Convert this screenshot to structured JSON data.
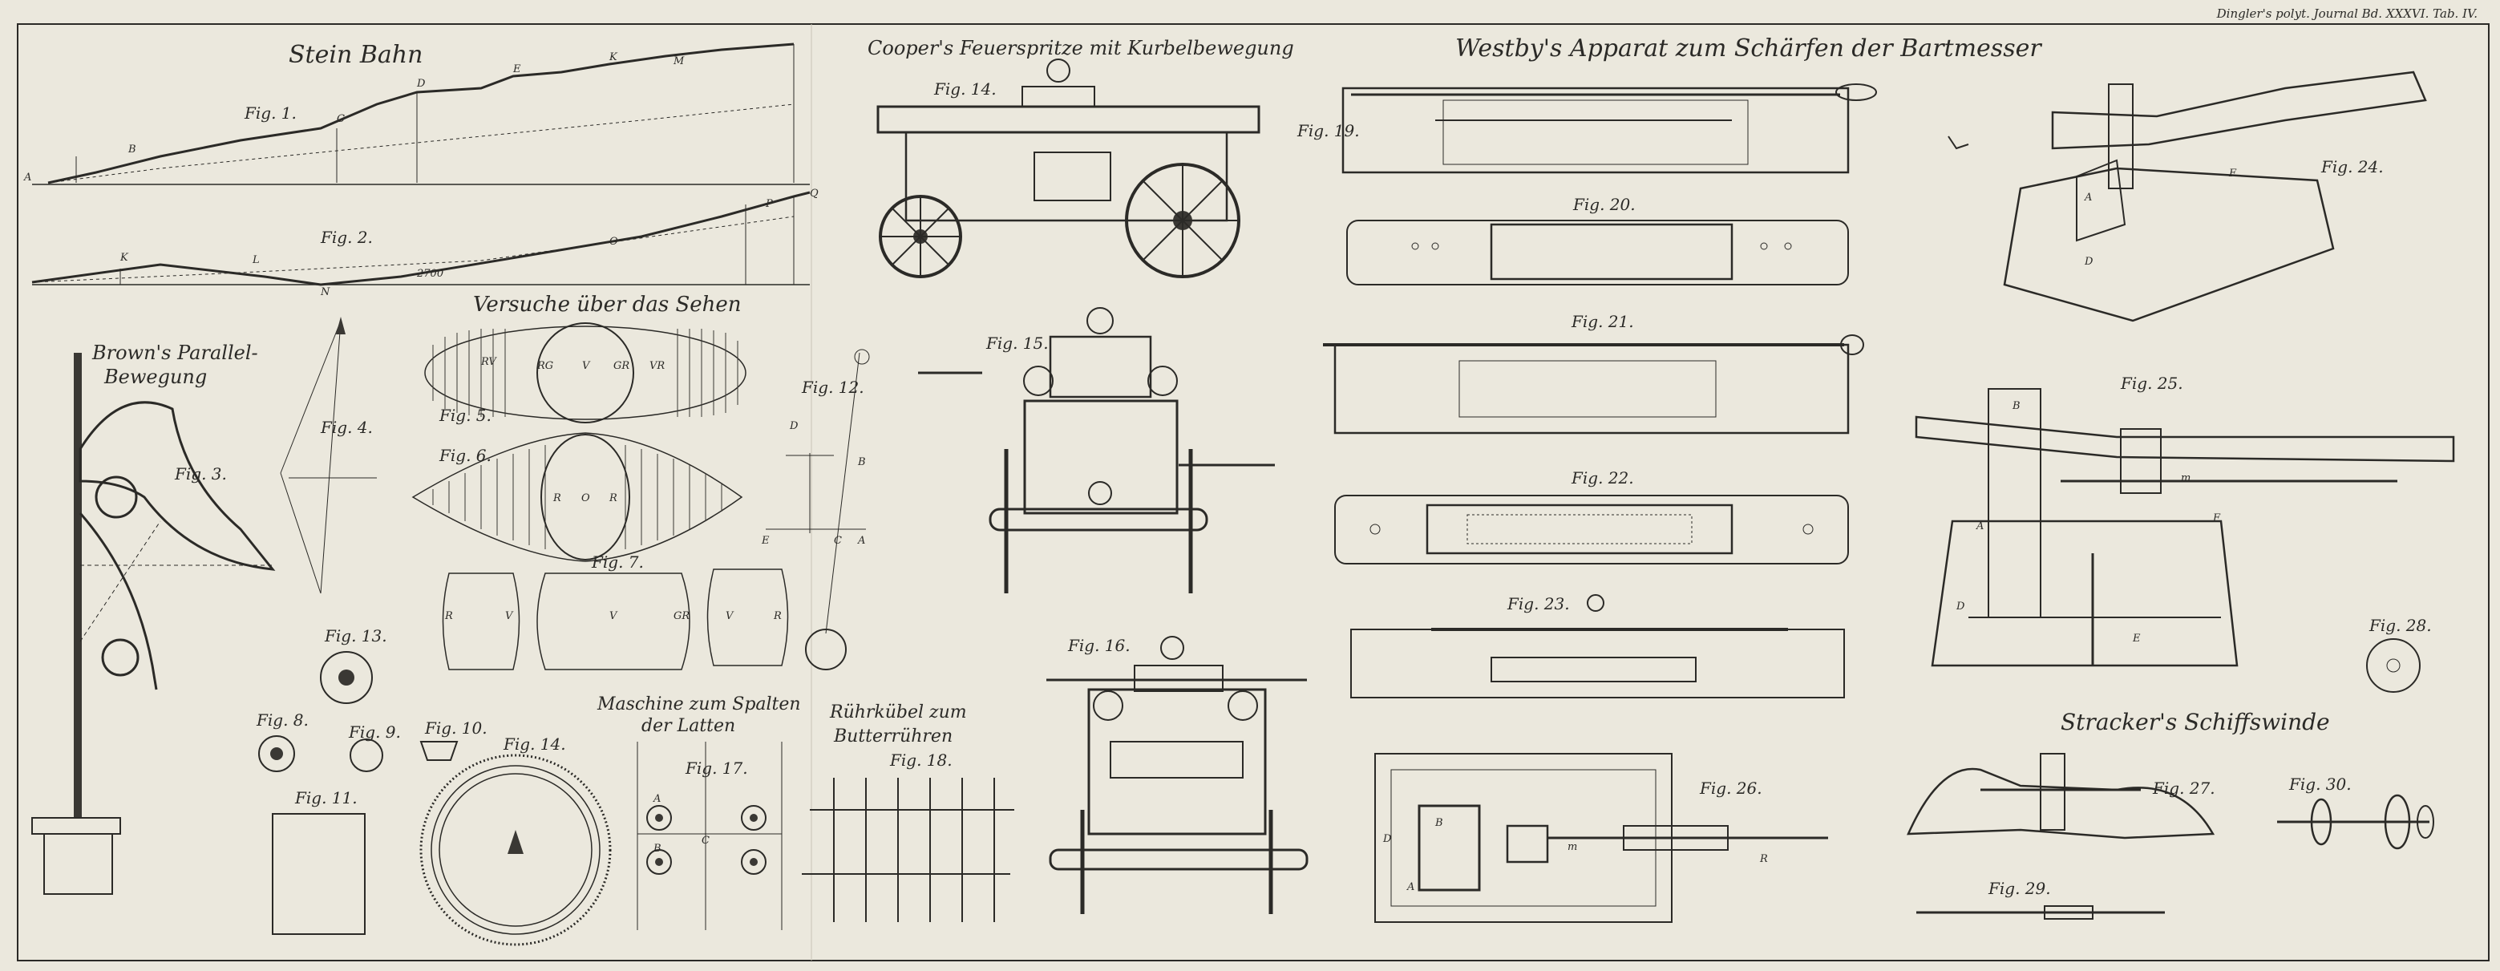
{
  "plate": {
    "header_right": "Dingler's polyt. Journal Bd. XXXVI. Tab. IV."
  },
  "sections": {
    "stein_bahn": "Stein Bahn",
    "cooper": "Cooper's Feuerspritze mit Kurbelbewegung",
    "westby": "Westby's Apparat zum Schärfen der Bartmesser",
    "versuche": "Versuche über das Sehen",
    "browns_line1": "Brown's Parallel-",
    "browns_line2": "Bewegung",
    "maschine_line1": "Maschine zum Spalten",
    "maschine_line2": "der Latten",
    "ruehr_line1": "Rührkübel zum",
    "ruehr_line2": "Butterrühren",
    "stracker": "Stracker's Schiffswinde"
  },
  "figures": {
    "f1": "Fig. 1.",
    "f2": "Fig. 2.",
    "f3": "Fig. 3.",
    "f4": "Fig. 4.",
    "f5": "Fig. 5.",
    "f6": "Fig. 6.",
    "f7": "Fig. 7.",
    "f8": "Fig. 8.",
    "f9": "Fig. 9.",
    "f10": "Fig. 10.",
    "f11": "Fig. 11.",
    "f12": "Fig. 12.",
    "f13": "Fig. 13.",
    "f14a": "Fig. 14.",
    "f14b": "Fig. 14.",
    "f15": "Fig. 15.",
    "f16": "Fig. 16.",
    "f17": "Fig. 17.",
    "f18": "Fig. 18.",
    "f19": "Fig. 19.",
    "f20": "Fig. 20.",
    "f21": "Fig. 21.",
    "f22": "Fig. 22.",
    "f23": "Fig. 23.",
    "f24": "Fig. 24.",
    "f25": "Fig. 25.",
    "f26": "Fig. 26.",
    "f27": "Fig. 27.",
    "f28": "Fig. 28.",
    "f29": "Fig. 29.",
    "f30": "Fig. 30."
  },
  "fig1_labels": {
    "A": "A",
    "B": "B",
    "C": "C",
    "D": "D",
    "E": "E",
    "K": "K",
    "M": "M"
  },
  "fig2_labels": {
    "K": "K",
    "L": "L",
    "N": "N",
    "O": "O",
    "P": "P",
    "Q": "Q",
    "v2700": "2700"
  },
  "fig5_labels": {
    "b1": "RV",
    "b2": "RG",
    "b3": "V",
    "b4": "GR",
    "b5": "VR"
  },
  "fig6_labels": {
    "R": "R",
    "O": "O",
    "R2": "R"
  },
  "fig7_labels": {
    "R": "R",
    "V": "V",
    "V2": "V",
    "GR": "GR",
    "V3": "V",
    "R2": "R"
  },
  "fig12_labels": {
    "D": "D",
    "B": "B",
    "E": "E",
    "C": "C",
    "A": "A"
  },
  "fig17_labels": {
    "A": "A",
    "B": "B",
    "C": "C"
  },
  "fig24_labels": {
    "A": "A",
    "D": "D",
    "F": "F"
  },
  "fig25_labels": {
    "A": "A",
    "B": "B",
    "D": "D",
    "E": "E",
    "F": "F",
    "m": "m"
  },
  "fig26_labels": {
    "D": "D",
    "B": "B",
    "m": "m",
    "R": "R",
    "A": "A"
  }
}
